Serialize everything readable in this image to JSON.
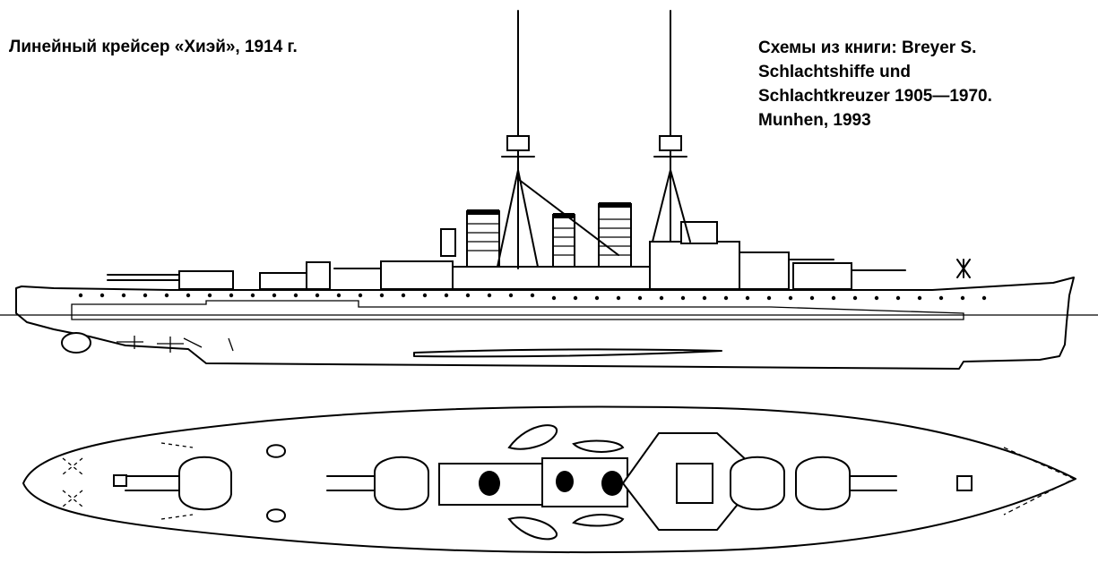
{
  "caption": {
    "title": "Линейный крейсер «Хиэй», 1914 г.",
    "source_lines": [
      "Схемы из книги: Breyer S.",
      "Schlachtshiffe und",
      "Schlachtkreuzer 1905—1970.",
      "Munhen, 1993"
    ]
  },
  "views": {
    "profile_icon": "ship-side-profile-icon",
    "plan_icon": "ship-deck-plan-icon"
  },
  "colors": {
    "ink": "#000000",
    "paper": "#ffffff"
  }
}
